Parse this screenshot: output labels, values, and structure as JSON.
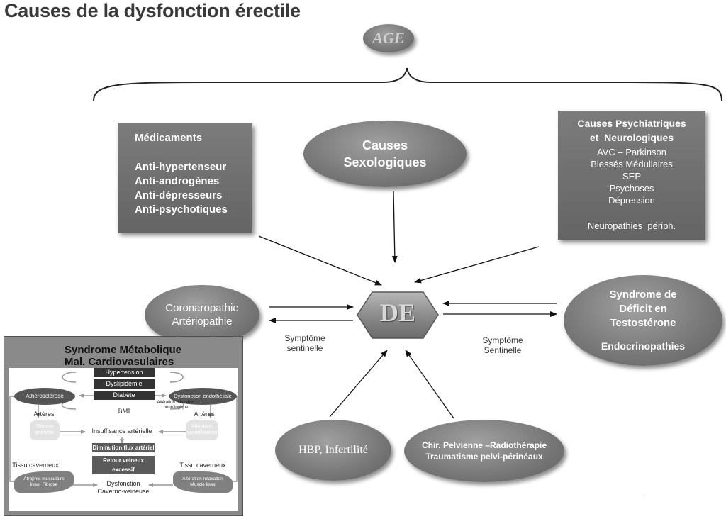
{
  "title": "Causes de la dysfonction érectile",
  "age": "AGE",
  "medicaments": {
    "heading": "Médicaments",
    "items": [
      "Anti-hypertenseur",
      "Anti-androgènes",
      "Anti-dépresseurs",
      "Anti-psychotiques"
    ]
  },
  "sexologiques": "Causes Sexologiques",
  "psychiatriques": {
    "heading_line1": "Causes Psychiatriques",
    "heading_line2": "et  Neurologiques",
    "items": [
      "AVC – Parkinson",
      "Blessés Médullaires",
      "SEP",
      "Psychoses",
      "Dépression"
    ],
    "footer": "Neuropathies  périph."
  },
  "center": "DE",
  "coronaropathie": {
    "line1": "Coronaropathie",
    "line2": "Artériopathie"
  },
  "symptome_left": {
    "line1": "Symptôme",
    "line2": "sentinelle"
  },
  "symptome_right": {
    "line1": "Symptôme",
    "line2": "Sentinelle"
  },
  "deficit": {
    "line1": "Syndrome de",
    "line2": "Déficit en",
    "line3": "Testostérone",
    "line4": "Endocrinopathies"
  },
  "hbp": "HBP, Infertilité",
  "chir": {
    "line1": "Chir. Pelvienne –Radiothérapie",
    "line2": "Traumatisme pelvi-périnéaux"
  },
  "dash": "–",
  "inset": {
    "title_line1": "Syndrome Métabolique",
    "title_line2": "Mal. Cardiovasulaires",
    "atherosclerose": "Athérosclérose",
    "dysfonction_endo": "Dysfonction endothéliale",
    "hypertension": "Hypertension",
    "dyslipidemie": "Dyslipidémie",
    "diabete": "Diabète",
    "bmi": "BMI",
    "alteration_neuro_line1": "Altération relaxation",
    "alteration_neuro_line2": "neurologique",
    "arteres_left": "Artères",
    "arteres_right": "Artères",
    "stenose_line1": "Sténose",
    "stenose_line2": "artérielle",
    "alteration_vaso_line1": "Altération",
    "alteration_vaso_line2": "vasodilatation",
    "insuffisance": "Insuffisance artérielle",
    "diminution": "Diminution flux artériel",
    "retour": "Retour veineux excessif",
    "tissu_left": "Tissu caverneux",
    "tissu_right": "Tissu caverneux",
    "atrophie_line1": "Atrophie musculaire",
    "atrophie_line2": "lisse- Fibrose",
    "alteration_muscle_line1": "Altération relaxation",
    "alteration_muscle_line2": "Muscle lisse",
    "dysfonction_cv_line1": "Dysfonction",
    "dysfonction_cv_line2": "Caverno-veineuse"
  }
}
